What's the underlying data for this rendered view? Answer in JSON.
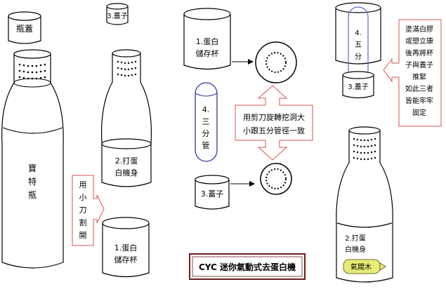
{
  "labels": {
    "cap_left": "瓶蓋",
    "bottle_left": [
      "寶",
      "特",
      "瓶"
    ],
    "cap_mid": "3.蓋子",
    "beater_body_mid": [
      "2.打蛋",
      "白機身"
    ],
    "cut_note": [
      "用",
      "小",
      "刀",
      "割",
      "開"
    ],
    "storage_cup_bottom": [
      "1.蛋白",
      "儲存杯"
    ],
    "storage_cup_top": [
      "1.蛋白",
      "儲存杯"
    ],
    "tube_mid": [
      "4.",
      "三",
      "分",
      "管"
    ],
    "drill_note": [
      "用剪刀旋轉挖洞大",
      "小跟五分管徑一致"
    ],
    "cap_center": "3.蓋子",
    "tube_right": [
      "4.",
      "五",
      "分"
    ],
    "cap_right": "3.蓋子",
    "glue_note": [
      "塗滿白膠",
      "或塑立康",
      "後再將杯",
      "子與蓋子",
      "推緊",
      "如此三者",
      "皆能牢牢",
      "固定"
    ],
    "beater_body_right": [
      "2.打蛋",
      "白機身"
    ],
    "valve": "氣閥木",
    "title": "CYC 迷你氣動式去蛋白機"
  }
}
